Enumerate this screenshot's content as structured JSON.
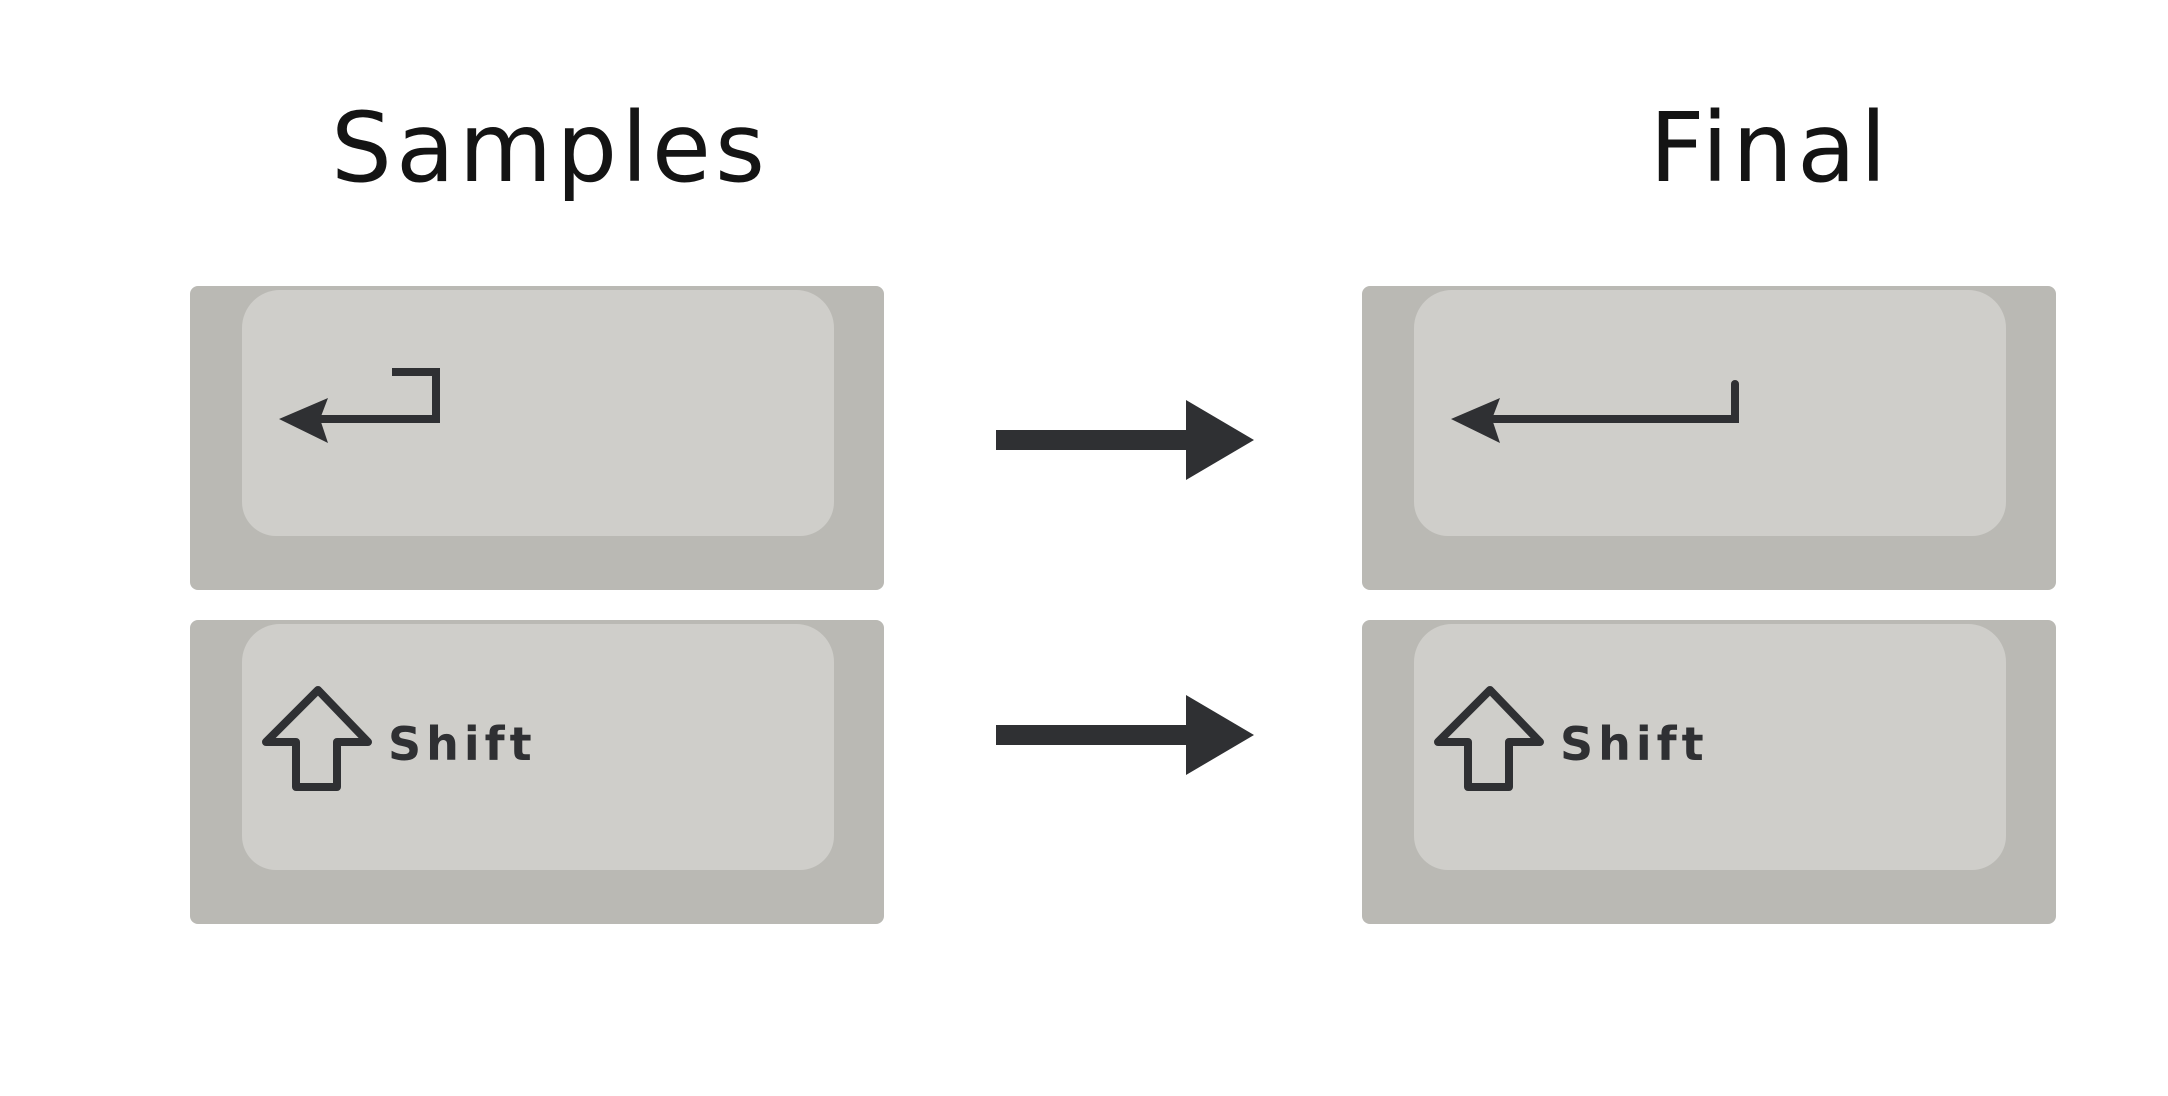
{
  "headings": {
    "samples": "Samples",
    "final": "Final"
  },
  "keys": {
    "shift_label": "Shift"
  },
  "colors": {
    "keycap_base": "#bab9b4",
    "keycap_top": "#cfceca",
    "legend": "#2f3033",
    "heading": "#141414"
  },
  "icons": {
    "enter_sample": "enter-icon",
    "enter_final": "enter-long-icon",
    "shift": "shift-arrow-icon",
    "flow": "right-arrow-icon"
  }
}
